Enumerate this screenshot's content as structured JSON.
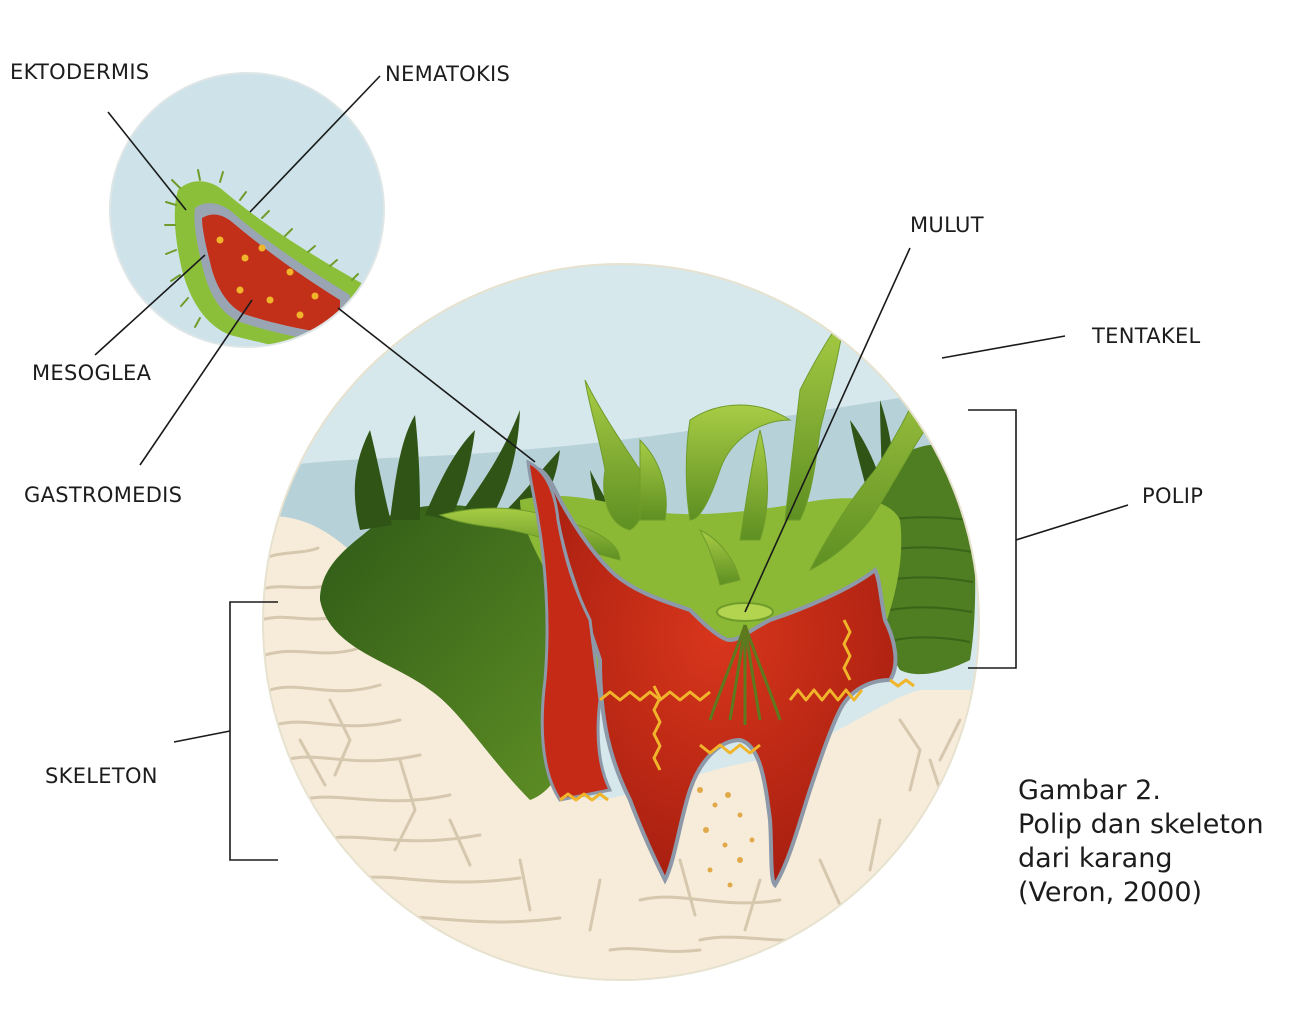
{
  "labels": {
    "ektodermis": "EKTODERMIS",
    "nematokis": "NEMATOKIS",
    "mesoglea": "MESOGLEA",
    "gastromedis": "GASTROMEDIS",
    "mulut": "MULUT",
    "tentakel": "TENTAKEL",
    "polip": "POLIP",
    "skeleton": "SKELETON"
  },
  "caption": {
    "line1": "Gambar 2.",
    "line2": "Polip dan skeleton",
    "line3": "dari karang",
    "line4": "(Veron, 2000)"
  },
  "colors": {
    "water": "#cfe3e8",
    "water_band": "#a9c6d0",
    "skeleton": "#f6ecd9",
    "skeleton_lines": "#d8cbb4",
    "tissue_green_light": "#9ec43b",
    "tissue_green_dark": "#3f6b1c",
    "gastrodermis_red": "#c52a16",
    "mesoglea_yellow": "#f0b52a",
    "leader_line": "#1a1a1a"
  }
}
